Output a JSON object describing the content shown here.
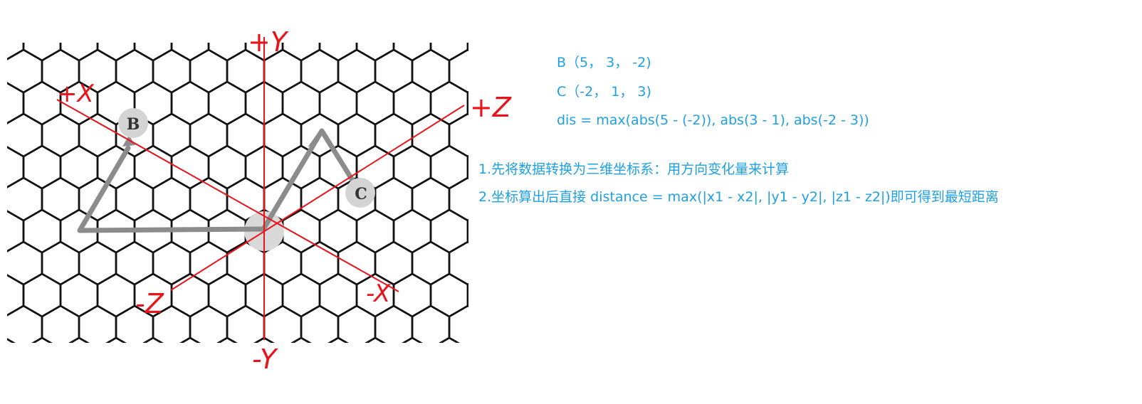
{
  "colors": {
    "text_blue": "#1ea0e4",
    "axis_red": "#e8141c",
    "hex_line": "#111111",
    "path_gray": "#8c8c8c",
    "marker_fill": "#d4d4d4",
    "marker_text": "#333333"
  },
  "points": {
    "b_label": "B",
    "c_label": "C"
  },
  "axes": {
    "plus_x": "+X",
    "minus_x": "-X",
    "plus_y": "+Y",
    "minus_y": "-Y",
    "plus_z": "+Z",
    "minus_z": "-Z"
  },
  "notes": {
    "coord_b": "B（5， 3， -2)",
    "coord_c": "C（-2， 1， 3)",
    "dis_formula": "dis = max(abs(5 - (-2)), abs(3 - 1), abs(-2 - 3))",
    "step_1": "1.先将数据转换为三维坐标系：用方向变化量来计算",
    "step_2": "2.坐标算出后直接 distance = max(|x1 - x2|, |y1 - y2|, |z1 - z2|)即可得到最短距离"
  }
}
